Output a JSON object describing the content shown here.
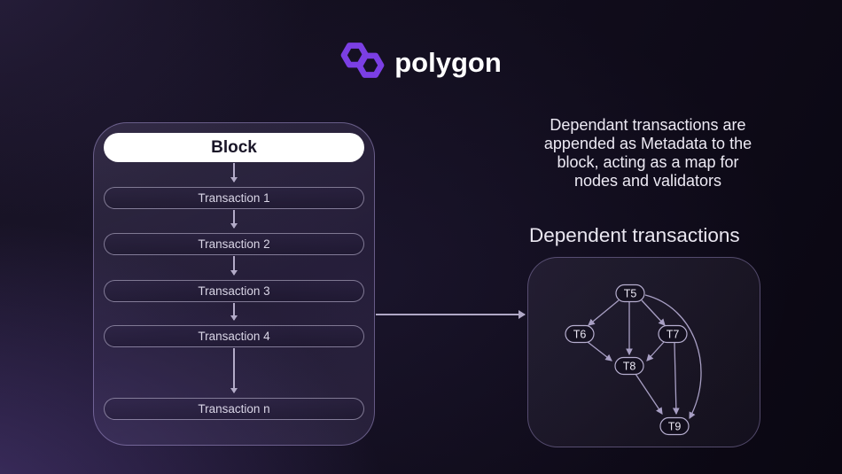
{
  "logo": {
    "wordmark": "polygon"
  },
  "block_panel": {
    "title": "Block",
    "transactions": [
      "Transaction 1",
      "Transaction 2",
      "Transaction 3",
      "Transaction 4",
      "Transaction n"
    ]
  },
  "annotation": "Dependant transactions are\nappended as Metadata to the\nblock, acting as a map for\nnodes and validators",
  "graph": {
    "title": "Dependent transactions",
    "nodes": [
      "T5",
      "T6",
      "T7",
      "T8",
      "T9"
    ],
    "edges": [
      {
        "from": "T5",
        "to": "T6"
      },
      {
        "from": "T5",
        "to": "T8"
      },
      {
        "from": "T5",
        "to": "T7"
      },
      {
        "from": "T5",
        "to": "T9"
      },
      {
        "from": "T6",
        "to": "T8"
      },
      {
        "from": "T7",
        "to": "T8"
      },
      {
        "from": "T7",
        "to": "T9"
      },
      {
        "from": "T8",
        "to": "T9"
      }
    ]
  },
  "colors": {
    "brand_purple": "#7b3fe4",
    "background": "#0d0915",
    "edge_line": "#a89fc4",
    "block_pill_bg": "#ffffff"
  }
}
